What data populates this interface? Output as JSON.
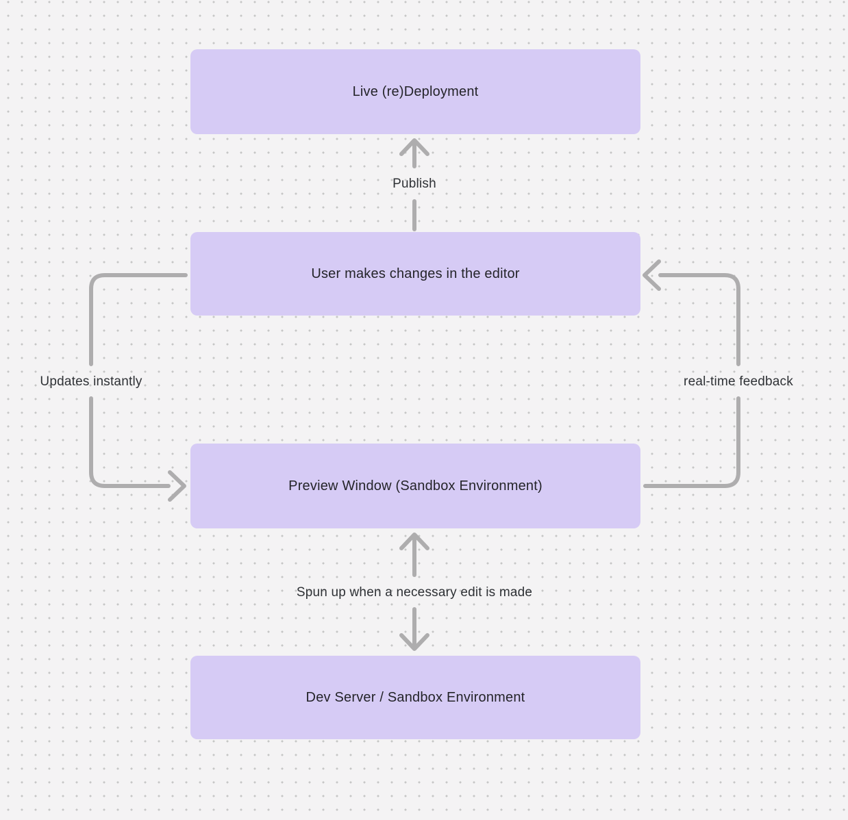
{
  "colors": {
    "background": "#f4f3f4",
    "dot_grid": "#c6c6c6",
    "node_fill": "#d6cbf5",
    "node_text": "#242429",
    "arrow_stroke": "#aeadae",
    "edge_label_text": "#2e3135"
  },
  "nodes": [
    {
      "id": "live-redeployment",
      "label": "Live (re)Deployment"
    },
    {
      "id": "user-editor",
      "label": "User makes changes in the editor"
    },
    {
      "id": "preview-window",
      "label": "Preview Window (Sandbox Environment)"
    },
    {
      "id": "dev-server",
      "label": "Dev Server / Sandbox Environment"
    }
  ],
  "edges": [
    {
      "id": "publish",
      "label": "Publish",
      "from": "user-editor",
      "to": "live-redeployment",
      "direction": "up"
    },
    {
      "id": "updates-instantly",
      "label": "Updates instantly",
      "from": "user-editor",
      "to": "preview-window",
      "direction": "down-left-loop"
    },
    {
      "id": "real-time-feedback",
      "label": "real-time feedback",
      "from": "preview-window",
      "to": "user-editor",
      "direction": "up-right-loop"
    },
    {
      "id": "spun-up",
      "label": "Spun up when a necessary edit is made",
      "from": "preview-window",
      "to": "dev-server",
      "direction": "bidirectional"
    }
  ]
}
